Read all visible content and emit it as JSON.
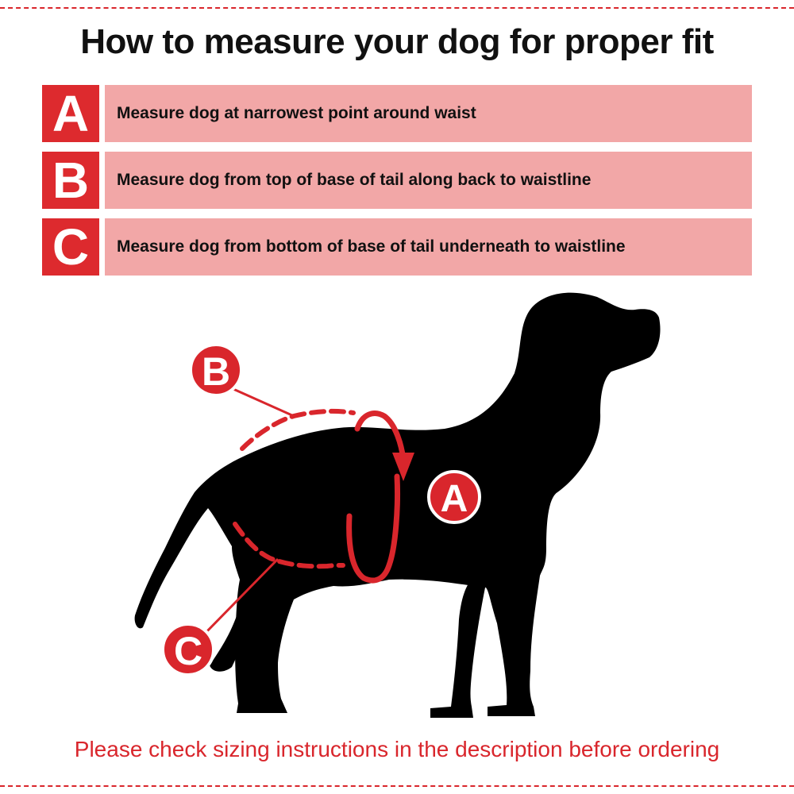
{
  "title": "How to measure your dog for proper fit",
  "steps": [
    {
      "letter": "A",
      "text": "Measure dog at narrowest point around waist"
    },
    {
      "letter": "B",
      "text": "Measure dog from top of base of tail along back to waistline"
    },
    {
      "letter": "C",
      "text": "Measure dog from bottom of base of tail underneath to waistline"
    }
  ],
  "diagram": {
    "markers": {
      "a": "A",
      "b": "B",
      "c": "C"
    },
    "silhouette_color": "#000000",
    "accent_color": "#d9262c"
  },
  "footer_note": "Please check sizing instructions in the description before ordering",
  "colors": {
    "accent": "#dd2a2e",
    "row_background": "#f2a7a7",
    "text": "#111111"
  }
}
